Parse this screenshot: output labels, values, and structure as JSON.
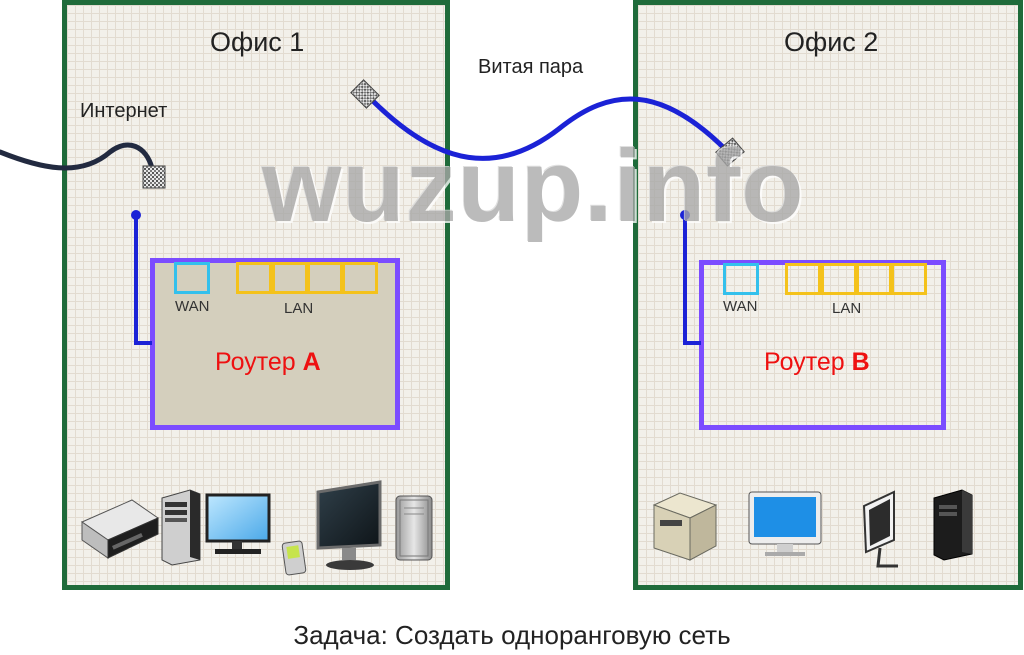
{
  "office1": {
    "title": "Офис 1"
  },
  "office2": {
    "title": "Офис 2"
  },
  "labels": {
    "internet": "Интернет",
    "twisted_pair": "Витая пара"
  },
  "routerA": {
    "wan": "WAN",
    "lan": "LAN",
    "name": "Роутер ",
    "letter": "A"
  },
  "routerB": {
    "wan": "WAN",
    "lan": "LAN",
    "name": "Роутер ",
    "letter": "B"
  },
  "watermark": "wuzup.info",
  "caption": "Задача: Создать одноранговую сеть",
  "colors": {
    "office_border": "#1f6b3a",
    "router_border": "#7b4cff",
    "cable": "#1b22d6",
    "wan_port": "#33c0ec",
    "lan_port": "#f4c21b",
    "router_text": "#ee1111"
  }
}
